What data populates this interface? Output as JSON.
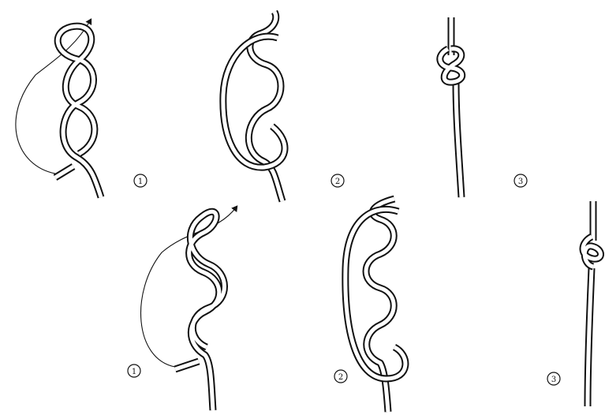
{
  "figure": {
    "top_row": [
      {
        "step": "1",
        "knot": "figure-eight",
        "stage": "thread-through"
      },
      {
        "step": "2",
        "knot": "figure-eight",
        "stage": "loosely-formed"
      },
      {
        "step": "3",
        "knot": "figure-eight",
        "stage": "tightened"
      }
    ],
    "bottom_row": [
      {
        "step": "1",
        "knot": "stevedore",
        "stage": "thread-through"
      },
      {
        "step": "2",
        "knot": "stevedore",
        "stage": "loosely-formed"
      },
      {
        "step": "3",
        "knot": "stevedore",
        "stage": "tightened"
      }
    ]
  },
  "colors": {
    "ink": "#111111",
    "background": "#ffffff"
  }
}
